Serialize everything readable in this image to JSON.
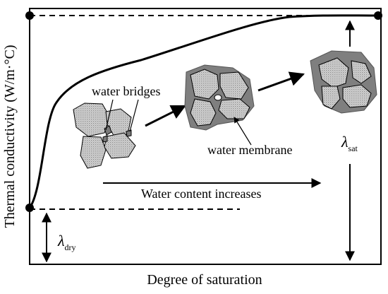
{
  "diagram": {
    "x_axis_label": "Degree of saturation",
    "y_axis_label": "Thermal conductivity (W/m·°C)",
    "annotations": {
      "water_bridges": "water bridges",
      "water_membrane": "water membrane",
      "water_content_increases": "Water content increases"
    },
    "lambda_dry": {
      "symbol": "λ",
      "subscript": "dry"
    },
    "lambda_sat": {
      "symbol": "λ",
      "subscript": "sat"
    }
  }
}
